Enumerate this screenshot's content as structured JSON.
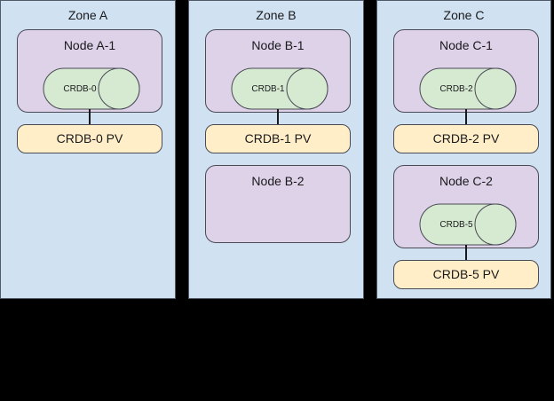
{
  "diagram": {
    "title_visible": false,
    "colors": {
      "zone_fill": "#d0e2f2",
      "zone_stroke": "#4f5a66",
      "node_fill": "#ddd2e8",
      "node_stroke": "#4a4a55",
      "cylinder_fill": "#d5ead0",
      "cylinder_stroke": "#4a4a55",
      "pv_fill": "#ffeec8",
      "pv_stroke": "#4a4a55",
      "connector": "#19191c",
      "page_background": "#000000"
    },
    "zones": [
      {
        "id": "zone-a",
        "label": "Zone A",
        "nodes": [
          {
            "id": "node-a-1",
            "label": "Node A-1",
            "pod": {
              "id": "crdb-0",
              "label": "CRDB-0",
              "shape": "cylinder"
            },
            "pv": {
              "id": "crdb-0-pv",
              "label": "CRDB-0 PV"
            },
            "has_connector": true
          }
        ]
      },
      {
        "id": "zone-b",
        "label": "Zone B",
        "nodes": [
          {
            "id": "node-b-1",
            "label": "Node B-1",
            "pod": {
              "id": "crdb-1",
              "label": "CRDB-1",
              "shape": "cylinder"
            },
            "pv": {
              "id": "crdb-1-pv",
              "label": "CRDB-1 PV"
            },
            "has_connector": true
          },
          {
            "id": "node-b-2",
            "label": "Node B-2",
            "pod": null,
            "pv": null,
            "has_connector": false
          }
        ]
      },
      {
        "id": "zone-c",
        "label": "Zone C",
        "nodes": [
          {
            "id": "node-c-1",
            "label": "Node C-1",
            "pod": {
              "id": "crdb-2",
              "label": "CRDB-2",
              "shape": "cylinder"
            },
            "pv": {
              "id": "crdb-2-pv",
              "label": "CRDB-2 PV"
            },
            "has_connector": true
          },
          {
            "id": "node-c-2",
            "label": "Node C-2",
            "pod": {
              "id": "crdb-5",
              "label": "CRDB-5",
              "shape": "cylinder"
            },
            "pv": {
              "id": "crdb-5-pv",
              "label": "CRDB-5 PV"
            },
            "has_connector": true
          }
        ]
      }
    ]
  }
}
